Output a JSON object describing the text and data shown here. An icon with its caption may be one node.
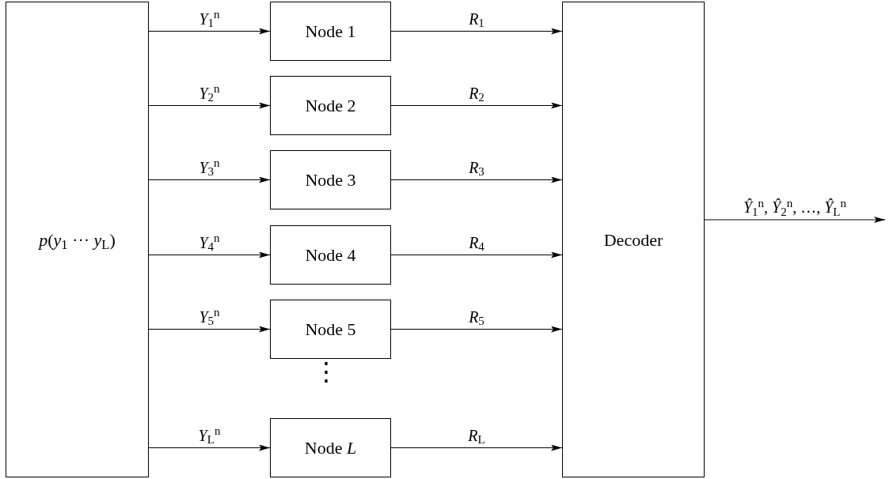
{
  "diagram": {
    "nodes": [
      {
        "text": [
          "*p*(*y*$_{1}$ ··· *y*$_{L}$)"
        ]
      },
      {
        "text": [
          "Node 1"
        ]
      },
      {
        "text": [
          "Node 2"
        ]
      },
      {
        "text": [
          "Node 3"
        ]
      },
      {
        "text": [
          "Node 4"
        ]
      },
      {
        "text": [
          "Node 5"
        ]
      },
      {
        "text": [
          "Node *L*"
        ]
      },
      {
        "text": [
          "Decoder"
        ]
      }
    ],
    "edges": [
      {
        "from": 0,
        "to": 1,
        "arrow": "to",
        "label": "*Y*$_{1}$$^{n}$"
      },
      {
        "from": 0,
        "to": 2,
        "arrow": "to",
        "label": "*Y*$_{2}$$^{n}$"
      },
      {
        "from": 0,
        "to": 3,
        "arrow": "to",
        "label": "*Y*$_{3}$$^{n}$"
      },
      {
        "from": 0,
        "to": 4,
        "arrow": "to",
        "label": "*Y*$_{4}$$^{n}$"
      },
      {
        "from": 0,
        "to": 5,
        "arrow": "to",
        "label": "*Y*$_{5}$$^{n}$"
      },
      {
        "from": 0,
        "to": 6,
        "arrow": "to",
        "label": "*Y*$_{L}$$^{n}$"
      },
      {
        "from": 1,
        "to": 7,
        "arrow": "to",
        "label": "*R*$_{1}$"
      },
      {
        "from": 2,
        "to": 7,
        "arrow": "to",
        "label": "*R*$_{2}$"
      },
      {
        "from": 3,
        "to": 7,
        "arrow": "to",
        "label": "*R*$_{3}$"
      },
      {
        "from": 4,
        "to": 7,
        "arrow": "to",
        "label": "*R*$_{4}$"
      },
      {
        "from": 5,
        "to": 7,
        "arrow": "to",
        "label": "*R*$_{5}$"
      },
      {
        "from": 6,
        "to": 7,
        "arrow": "to",
        "label": "*R*$_{L}$"
      },
      {
        "from": 7,
        "to": null,
        "arrow": "to",
        "label": "*Ŷ*$_{1}$$^{n}$, *Ŷ*$_{2}$$^{n}$, …, *Ŷ*$_{L}$$^{n}$"
      }
    ],
    "labels": [
      "⋮"
    ]
  }
}
